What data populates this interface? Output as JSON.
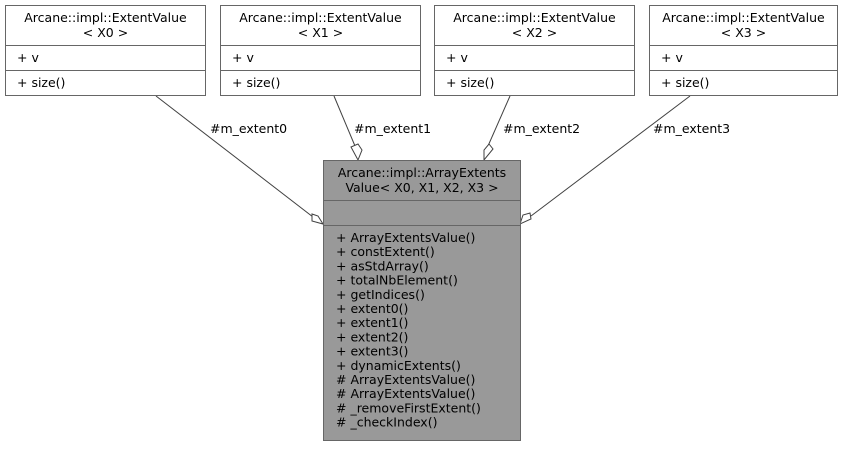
{
  "diagram": {
    "main_class": {
      "title_line1": "Arcane::impl::ArrayExtents",
      "title_line2": "Value< X0, X1, X2, X3 >",
      "attributes": [],
      "methods": [
        "+ ArrayExtentsValue()",
        "+ constExtent()",
        "+ asStdArray()",
        "+ totalNbElement()",
        "+ getIndices()",
        "+ extent0()",
        "+ extent1()",
        "+ extent2()",
        "+ extent3()",
        "+ dynamicExtents()",
        "# ArrayExtentsValue()",
        "# ArrayExtentsValue()",
        "# _removeFirstExtent()",
        "# _checkIndex()"
      ]
    },
    "extent_classes": [
      {
        "title_line1": "Arcane::impl::ExtentValue",
        "title_line2": "< X0 >",
        "attribute": "+ v",
        "method": "+ size()"
      },
      {
        "title_line1": "Arcane::impl::ExtentValue",
        "title_line2": "< X1 >",
        "attribute": "+ v",
        "method": "+ size()"
      },
      {
        "title_line1": "Arcane::impl::ExtentValue",
        "title_line2": "< X2 >",
        "attribute": "+ v",
        "method": "+ size()"
      },
      {
        "title_line1": "Arcane::impl::ExtentValue",
        "title_line2": "< X3 >",
        "attribute": "+ v",
        "method": "+ size()"
      }
    ],
    "edges": [
      {
        "label": "#m_extent0"
      },
      {
        "label": "#m_extent1"
      },
      {
        "label": "#m_extent2"
      },
      {
        "label": "#m_extent3"
      }
    ],
    "colors": {
      "main_fill": "#999999",
      "box_fill": "#ffffff",
      "border": "#666666",
      "edge": "#404040"
    }
  }
}
